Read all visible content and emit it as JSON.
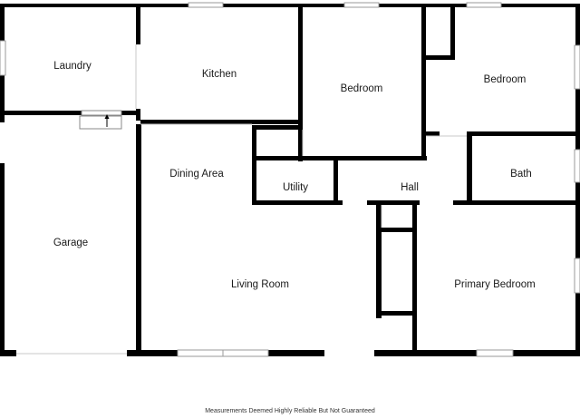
{
  "rooms": {
    "laundry": "Laundry",
    "kitchen": "Kitchen",
    "bedroom_1": "Bedroom",
    "bedroom_2": "Bedroom",
    "dining_area": "Dining Area",
    "utility": "Utility",
    "hall": "Hall",
    "bath": "Bath",
    "garage": "Garage",
    "living_room": "Living Room",
    "primary_bedroom": "Primary Bedroom"
  },
  "footer": "Measurements Deemed Highly Reliable But Not Guaranteed"
}
